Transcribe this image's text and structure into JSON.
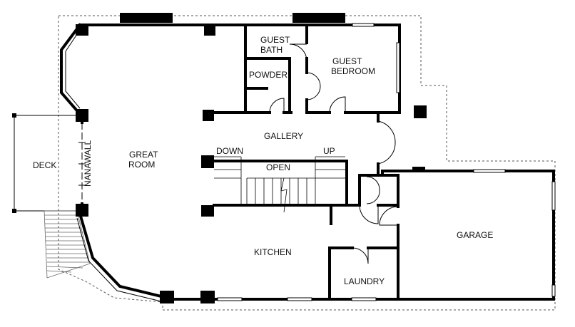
{
  "rooms": {
    "guest_bath_line1": "GUEST",
    "guest_bath_line2": "BATH",
    "powder": "POWDER",
    "guest_bedroom_line1": "GUEST",
    "guest_bedroom_line2": "BEDROOM",
    "gallery": "GALLERY",
    "great_room_line1": "GREAT",
    "great_room_line2": "ROOM",
    "deck": "DECK",
    "nanawall": "NANAWALL",
    "stair_down": "DOWN",
    "stair_up": "UP",
    "stair_open": "OPEN",
    "kitchen": "KITCHEN",
    "garage": "GARAGE",
    "laundry": "LAUNDRY"
  },
  "colors": {
    "wall": "#000000",
    "outline": "#555555",
    "background": "#ffffff"
  }
}
